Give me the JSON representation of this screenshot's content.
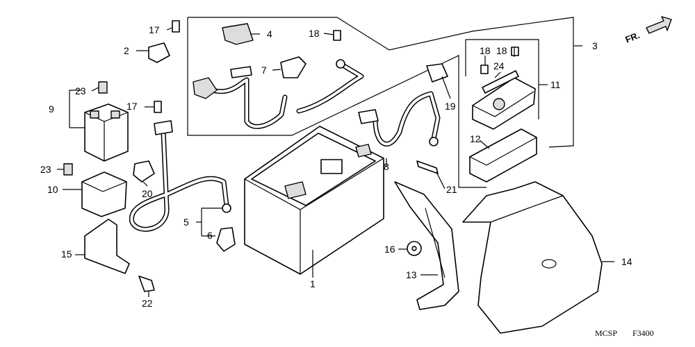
{
  "callouts": {
    "c1": "1",
    "c2": "2",
    "c3": "3",
    "c4": "4",
    "c5": "5",
    "c6": "6",
    "c7": "7",
    "c8": "8",
    "c9": "9",
    "c10": "10",
    "c11": "11",
    "c12": "12",
    "c13": "13",
    "c14": "14",
    "c15": "15",
    "c16": "16",
    "c17a": "17",
    "c17b": "17",
    "c18a": "18",
    "c18b": "18",
    "c18c": "18",
    "c19": "19",
    "c20": "20",
    "c21": "21",
    "c22": "22",
    "c23a": "23",
    "c23b": "23",
    "c24": "24"
  },
  "direction": "FR.",
  "footer": {
    "model_code": "MCSP",
    "figure_code": "F3400"
  }
}
